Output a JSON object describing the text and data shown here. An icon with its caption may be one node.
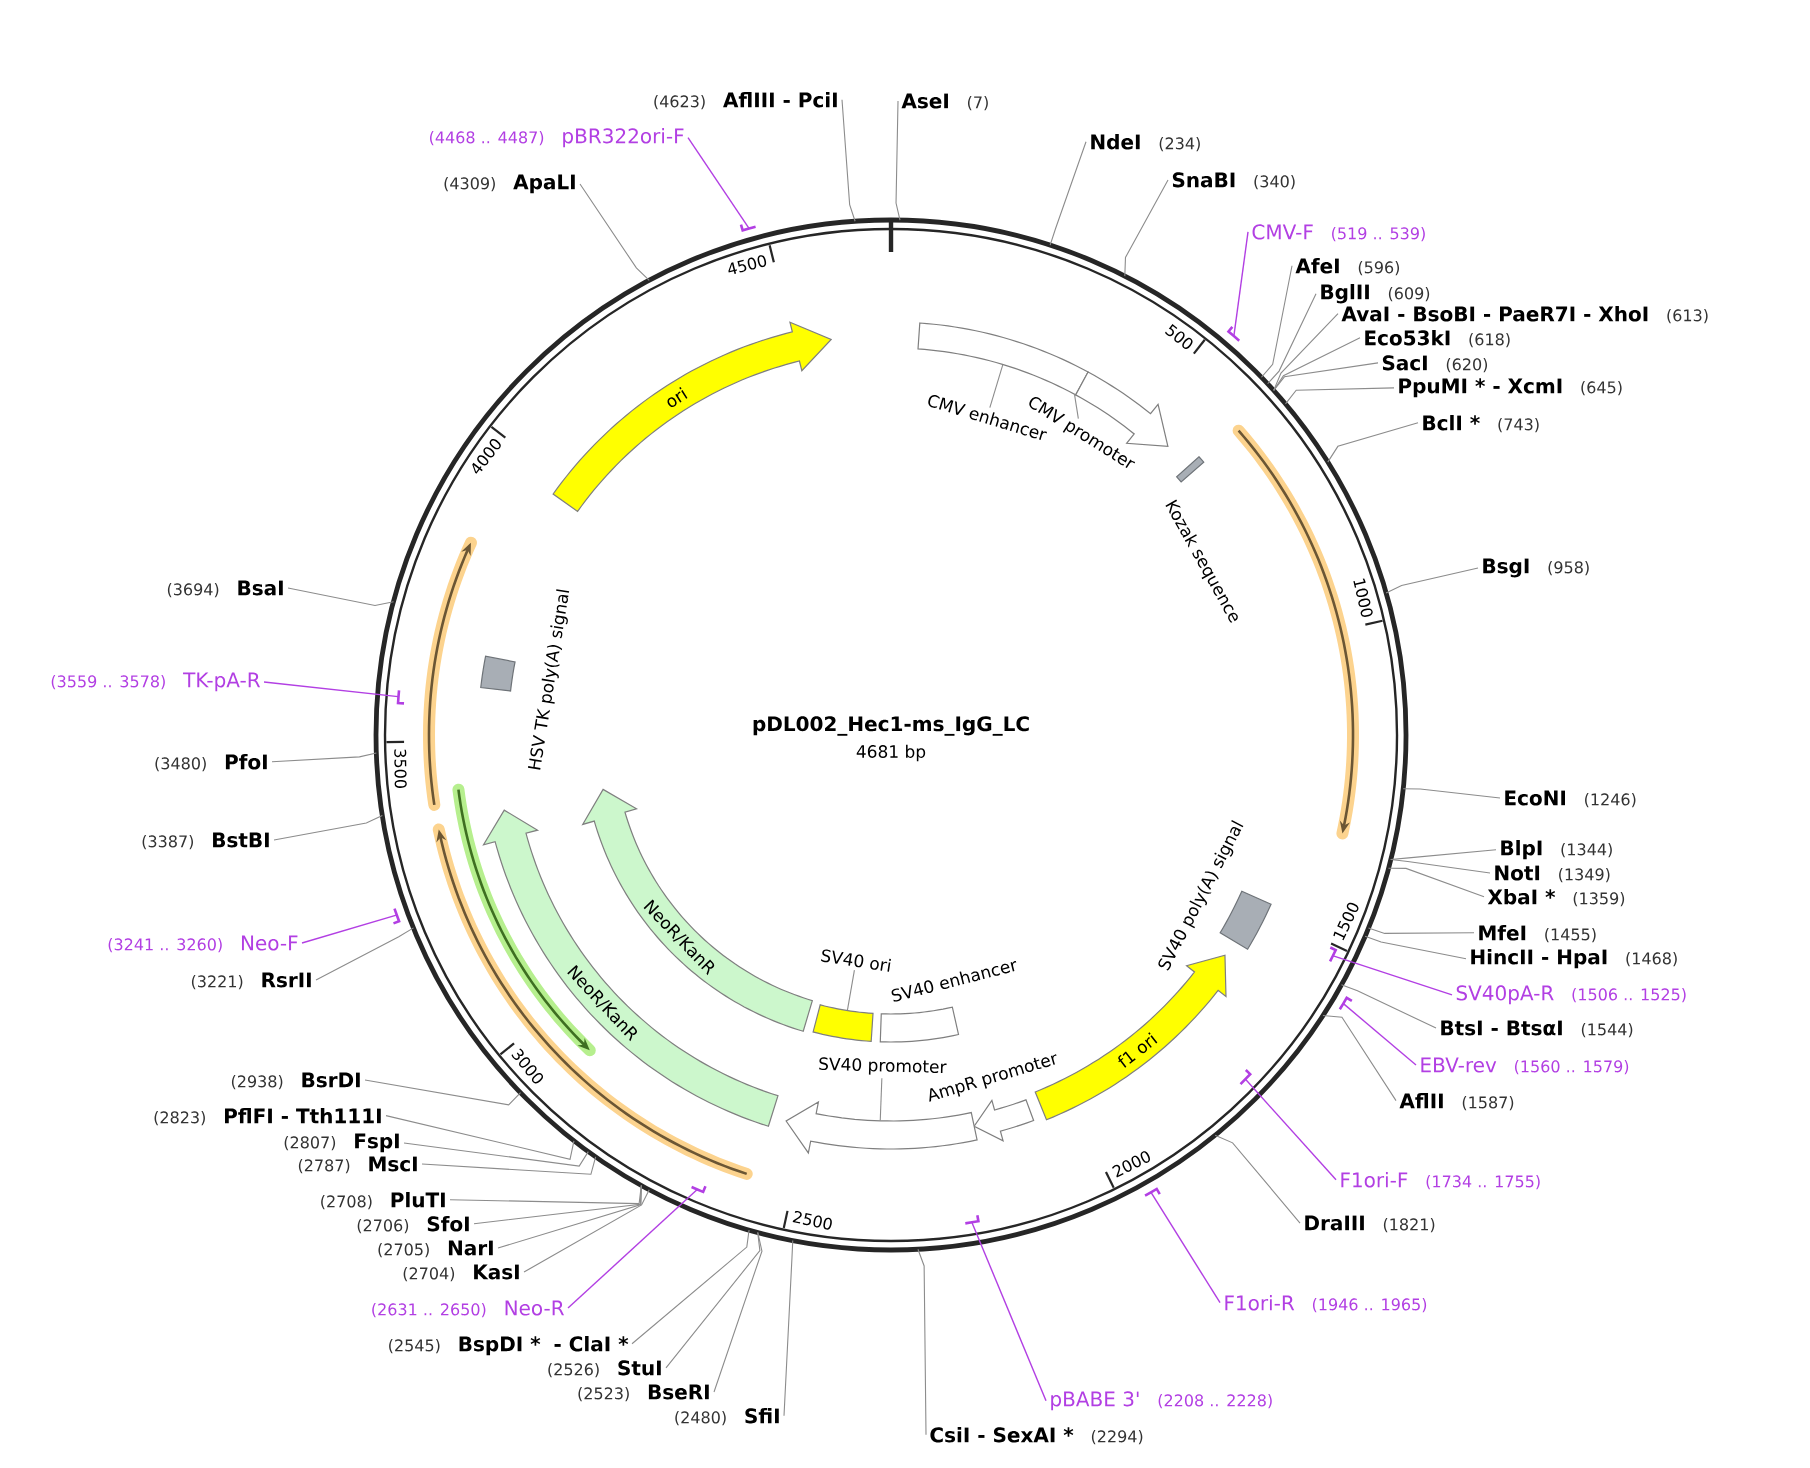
{
  "diagram": {
    "title": "pDL002_Hec1-ms_IgG_LC",
    "nodes": [
      {
        "text": [],
        "shape": "circle"
      },
      {
        "text": [
          "AseI",
          "(7)"
        ]
      },
      {
        "text": [
          "NdeI",
          "(234)"
        ]
      },
      {
        "text": [
          "SnaBI",
          "(340)"
        ]
      },
      {
        "text": [
          "CMV-F",
          "(519 .. 539)"
        ]
      },
      {
        "text": [
          "AfeI",
          "(596)"
        ]
      },
      {
        "text": [
          "BglII",
          "(609)"
        ]
      },
      {
        "text": [
          "AvaI - BsoBI - PaeR7I - XhoI",
          "(613)"
        ]
      },
      {
        "text": [
          "Eco53kI",
          "(618)"
        ]
      },
      {
        "text": [
          "SacI",
          "(620)"
        ]
      },
      {
        "text": [
          "PpuMI * - XcmI",
          "(645)"
        ]
      },
      {
        "text": [
          "BclI *",
          "(743)"
        ]
      },
      {
        "text": [
          "BsgI",
          "(958)"
        ]
      },
      {
        "text": [
          "EcoNI",
          "(1246)"
        ]
      },
      {
        "text": [
          "BlpI",
          "(1344)"
        ]
      },
      {
        "text": [
          "NotI",
          "(1349)"
        ]
      },
      {
        "text": [
          "XbaI *",
          "(1359)"
        ]
      },
      {
        "text": [
          "MfeI",
          "(1455)"
        ]
      },
      {
        "text": [
          "HincII - HpaI",
          "(1468)"
        ]
      },
      {
        "text": [
          "SV40pA-R",
          "(1506 .. 1525)"
        ]
      },
      {
        "text": [
          "BtsI - BtsαI",
          "(1544)"
        ]
      },
      {
        "text": [
          "EBV-rev",
          "(1560 .. 1579)"
        ]
      },
      {
        "text": [
          "AflII",
          "(1587)"
        ]
      },
      {
        "text": [
          "F1ori-F",
          "(1734 .. 1755)"
        ]
      },
      {
        "text": [
          "DraIII",
          "(1821)"
        ]
      },
      {
        "text": [
          "F1ori-R",
          "(1946 .. 1965)"
        ]
      },
      {
        "text": [
          "pBABE 3'",
          "(2208 .. 2228)"
        ]
      },
      {
        "text": [
          "CsiI - SexAI *",
          "(2294)"
        ]
      },
      {
        "text": [
          "(2480)",
          "SfiI"
        ]
      },
      {
        "text": [
          "(2523)",
          "BseRI"
        ]
      },
      {
        "text": [
          "(2526)",
          "StuI"
        ]
      },
      {
        "text": [
          "(2545)",
          "BspDI *",
          "- ClaI *"
        ]
      },
      {
        "text": [
          "(2631 .. 2650)",
          "Neo-R"
        ]
      },
      {
        "text": [
          "(2704)",
          "KasI"
        ]
      },
      {
        "text": [
          "(2705)",
          "NarI"
        ]
      },
      {
        "text": [
          "(2706)",
          "SfoI"
        ]
      },
      {
        "text": [
          "(2708)",
          "PluTI"
        ]
      },
      {
        "text": [
          "(2787)",
          "MscI"
        ]
      },
      {
        "text": [
          "(2807)",
          "FspI"
        ]
      },
      {
        "text": [
          "(2823)",
          "PflFI - Tth111I"
        ]
      },
      {
        "text": [
          "(2938)",
          "BsrDI"
        ]
      },
      {
        "text": [
          "(3221)",
          "RsrII"
        ]
      },
      {
        "text": [
          "(3241 .. 3260)",
          "Neo-F"
        ]
      },
      {
        "text": [
          "(3387)",
          "BstBI"
        ]
      },
      {
        "text": [
          "(3480)",
          "PfoI"
        ]
      },
      {
        "text": [
          "(3559 .. 3578)",
          "TK-pA-R"
        ]
      },
      {
        "text": [
          "(3694)",
          "BsaI"
        ]
      },
      {
        "text": [
          "(4309)",
          "ApaLI"
        ]
      },
      {
        "text": [
          "(4468 .. 4487)",
          "pBR322ori-F"
        ]
      },
      {
        "text": [
          "(4623)",
          "AflIII - PciI"
        ]
      },
      {
        "text": [],
        "shape": "bar"
      },
      {
        "text": [],
        "shape": "bar",
        "in": 0
      },
      {
        "text": [],
        "shape": "bar"
      },
      {
        "text": [],
        "shape": "bar",
        "in": 0
      },
      {
        "text": [],
        "shape": "bar"
      },
      {
        "text": [],
        "shape": "bar",
        "in": 0
      },
      {
        "text": [],
        "shape": "bar",
        "in": 0
      },
      {
        "text": [],
        "shape": "bar"
      },
      {
        "text": [],
        "shape": "bar",
        "in": 0
      },
      {
        "text": [],
        "shape": "bar"
      },
      {
        "text": [
          "ori"
        ],
        "in": 0
      },
      {
        "text": [],
        "shape": "box",
        "in": 0
      },
      {
        "text": [],
        "shape": "arrow",
        "in": 0
      },
      {
        "text": [
          "CMV enhancer"
        ],
        "in": 0
      },
      {
        "text": [
          "CMV promoter"
        ],
        "in": 0
      },
      {
        "text": [],
        "shape": "box",
        "in": 0
      },
      {
        "text": [],
        "shape": "arrow",
        "in": 0
      },
      {
        "text": [],
        "shape": "box",
        "beside": [
          "SV40 poly(A) signal"
        ],
        "in": 0
      },
      {
        "text": [
          "f1 ori"
        ],
        "in": 0
      },
      {
        "text": [],
        "shape": "arrow",
        "beside": [
          "AmpR promoter"
        ],
        "in": 0
      },
      {
        "text": [],
        "shape": "arrow",
        "in": 0
      },
      {
        "text": [
          "SV40 promoter"
        ],
        "in": 0
      },
      {
        "text": [],
        "shape": "box",
        "beside": [
          "SV40 enhancer"
        ],
        "in": 0
      },
      {
        "text": [],
        "shape": "box",
        "in": 0
      },
      {
        "text": [
          "SV40 ori"
        ],
        "in": 0
      },
      {
        "text": [
          "NeoR/KanR"
        ],
        "in": 0
      },
      {
        "text": [
          "NeoR/KanR"
        ],
        "in": 0
      },
      {
        "text": [],
        "shape": "arrow",
        "in": 0
      },
      {
        "text": [],
        "shape": "arrow",
        "in": 0
      },
      {
        "text": [],
        "shape": "arrow",
        "in": 0
      },
      {
        "text": [],
        "shape": "box",
        "beside": [
          "HSV TK poly(A) signal"
        ],
        "in": 0
      }
    ],
    "edges": [
      {
        "from": 1,
        "to": 0,
        "arrow": "none"
      },
      {
        "from": 2,
        "to": 0,
        "arrow": "none"
      },
      {
        "from": 3,
        "to": 0,
        "arrow": "none"
      },
      {
        "from": 4,
        "to": 50,
        "arrow": "none",
        "color": "#b23fe3"
      },
      {
        "from": 5,
        "to": 0,
        "arrow": "none"
      },
      {
        "from": 6,
        "to": 0,
        "arrow": "none"
      },
      {
        "from": 7,
        "to": 0,
        "arrow": "none"
      },
      {
        "from": 8,
        "to": 0,
        "arrow": "none"
      },
      {
        "from": 9,
        "to": 0,
        "arrow": "none"
      },
      {
        "from": 10,
        "to": 0,
        "arrow": "none"
      },
      {
        "from": 11,
        "to": 0,
        "arrow": "none"
      },
      {
        "from": 12,
        "to": 0,
        "arrow": "none"
      },
      {
        "from": 13,
        "to": 0,
        "arrow": "none"
      },
      {
        "from": 14,
        "to": 0,
        "arrow": "none"
      },
      {
        "from": 15,
        "to": 0,
        "arrow": "none"
      },
      {
        "from": 16,
        "to": 0,
        "arrow": "none"
      },
      {
        "from": 17,
        "to": 0,
        "arrow": "none"
      },
      {
        "from": 18,
        "to": 0,
        "arrow": "none"
      },
      {
        "from": 19,
        "to": 51,
        "arrow": "none",
        "color": "#b23fe3"
      },
      {
        "from": 20,
        "to": 0,
        "arrow": "none"
      },
      {
        "from": 21,
        "to": 52,
        "arrow": "none",
        "color": "#b23fe3"
      },
      {
        "from": 22,
        "to": 0,
        "arrow": "none"
      },
      {
        "from": 23,
        "to": 53,
        "arrow": "none",
        "color": "#b23fe3"
      },
      {
        "from": 24,
        "to": 0,
        "arrow": "none"
      },
      {
        "from": 25,
        "to": 54,
        "arrow": "none",
        "color": "#b23fe3"
      },
      {
        "from": 26,
        "to": 55,
        "arrow": "none",
        "color": "#b23fe3"
      },
      {
        "from": 27,
        "to": 0,
        "arrow": "none"
      },
      {
        "from": 28,
        "to": 0,
        "arrow": "none"
      },
      {
        "from": 29,
        "to": 0,
        "arrow": "none"
      },
      {
        "from": 30,
        "to": 0,
        "arrow": "none"
      },
      {
        "from": 31,
        "to": 0,
        "arrow": "none"
      },
      {
        "from": 32,
        "to": 56,
        "arrow": "none",
        "color": "#b23fe3"
      },
      {
        "from": 33,
        "to": 0,
        "arrow": "none"
      },
      {
        "from": 34,
        "to": 0,
        "arrow": "none"
      },
      {
        "from": 35,
        "to": 0,
        "arrow": "none"
      },
      {
        "from": 36,
        "to": 0,
        "arrow": "none"
      },
      {
        "from": 37,
        "to": 0,
        "arrow": "none"
      },
      {
        "from": 38,
        "to": 0,
        "arrow": "none"
      },
      {
        "from": 39,
        "to": 0,
        "arrow": "none"
      },
      {
        "from": 40,
        "to": 0,
        "arrow": "none"
      },
      {
        "from": 41,
        "to": 0,
        "arrow": "none"
      },
      {
        "from": 42,
        "to": 57,
        "arrow": "none",
        "color": "#b23fe3"
      },
      {
        "from": 43,
        "to": 0,
        "arrow": "none"
      },
      {
        "from": 44,
        "to": 0,
        "arrow": "none"
      },
      {
        "from": 45,
        "to": 58,
        "arrow": "none",
        "color": "#b23fe3"
      },
      {
        "from": 46,
        "to": 0,
        "arrow": "none"
      },
      {
        "from": 47,
        "to": 0,
        "arrow": "none"
      },
      {
        "from": 48,
        "to": 59,
        "arrow": "none",
        "color": "#b23fe3"
      },
      {
        "from": 49,
        "to": 0,
        "arrow": "none"
      },
      {
        "from": 63,
        "to": 61,
        "arrow": "none"
      },
      {
        "from": 64,
        "to": 62,
        "arrow": "none"
      },
      {
        "from": 71,
        "to": 70,
        "arrow": "none"
      },
      {
        "from": 74,
        "to": 73,
        "arrow": "none"
      }
    ],
    "labels": [
      "4681 bp",
      "500",
      "1000",
      "1500",
      "2000",
      "2500",
      "3000",
      "3500",
      "4000",
      "4500",
      "Kozak sequence"
    ]
  }
}
